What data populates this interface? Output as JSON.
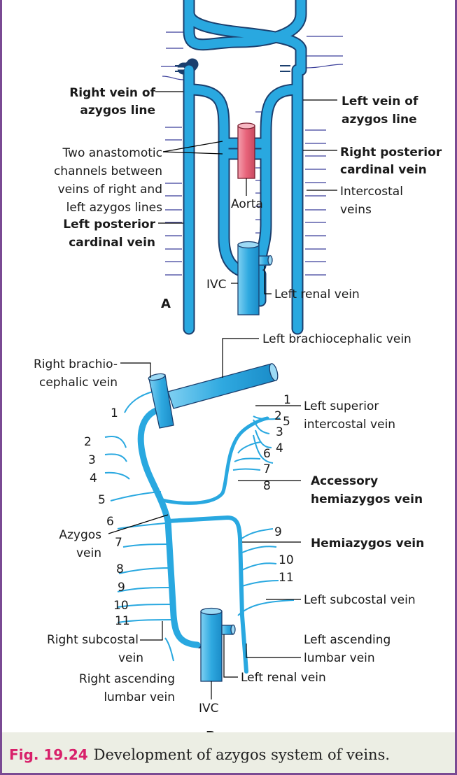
{
  "panel_a": {
    "letter": "A",
    "labels": {
      "right_vein_azygos_1": "Right vein of",
      "right_vein_azygos_2": "azygos line",
      "left_vein_azygos_1": "Left vein of",
      "left_vein_azygos_2": "azygos line",
      "anastomotic_1": "Two anastomotic",
      "anastomotic_2": "channels between",
      "anastomotic_3": "veins of right and",
      "anastomotic_4": "left azygos lines",
      "right_post_card_1": "Right posterior",
      "right_post_card_2": "cardinal vein",
      "intercostal_1": "Intercostal",
      "intercostal_2": "veins",
      "aorta": "Aorta",
      "left_post_card_1": "Left posterior",
      "left_post_card_2": "cardinal vein",
      "ivc": "IVC",
      "left_renal": "Left renal vein"
    }
  },
  "panel_b": {
    "letter": "B",
    "labels": {
      "left_brachio": "Left brachiocephalic vein",
      "right_brachio_1": "Right brachio-",
      "right_brachio_2": "cephalic vein",
      "left_sup_ic_1": "Left superior",
      "left_sup_ic_2": "intercostal vein",
      "accessory_1": "Accessory",
      "accessory_2": "hemiazygos vein",
      "azygos_1": "Azygos",
      "azygos_2": "vein",
      "hemiazygos": "Hemiazygos vein",
      "left_subcostal": "Left subcostal vein",
      "right_subcostal_1": "Right subcostal",
      "right_subcostal_2": "vein",
      "left_asc_lumbar_1": "Left ascending",
      "left_asc_lumbar_2": "lumbar vein",
      "right_asc_lumbar_1": "Right ascending",
      "right_asc_lumbar_2": "lumbar vein",
      "ivc": "IVC",
      "left_renal": "Left renal vein"
    },
    "numbers": {
      "r1": "1",
      "r2": "2",
      "r3": "3",
      "r4": "4",
      "r5": "5",
      "r6": "6",
      "r7": "7",
      "r8": "8",
      "r9": "9",
      "r10": "10",
      "r11": "11",
      "l1": "1",
      "l2": "2",
      "l3": "3",
      "l4": "4",
      "l5": "5",
      "l6": "6",
      "l7": "7",
      "l8": "8",
      "l9": "9",
      "l10": "10",
      "l11": "11"
    }
  },
  "caption": {
    "fig_label": "Fig. 19.24",
    "text": "Development of azygos system of veins."
  },
  "colors": {
    "vein": "#29a8e0",
    "vein_outline": "#1b3f6e",
    "aorta": "#e8637a",
    "border": "#7a4a93",
    "fig_label": "#d8206a",
    "caption_bg": "#eceee4"
  }
}
